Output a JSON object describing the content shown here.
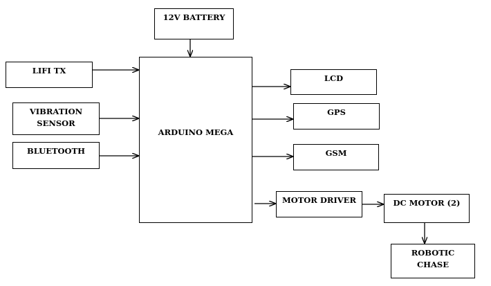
{
  "blocks": {
    "battery": "12V BATTERY",
    "lifi_tx": "LIFI TX",
    "vibration_sensor": [
      "VIBRATION",
      "SENSOR"
    ],
    "bluetooth": "BLUETOOTH",
    "arduino": "ARDUINO MEGA",
    "lcd": "LCD",
    "gps": "GPS",
    "gsm": "GSM",
    "motor_driver": "MOTOR DRIVER",
    "dc_motor": "DC MOTOR (2)",
    "robotic_chase": [
      "ROBOTIC",
      "CHASE"
    ]
  },
  "colors": {
    "line": "#000000",
    "background": "#ffffff"
  }
}
